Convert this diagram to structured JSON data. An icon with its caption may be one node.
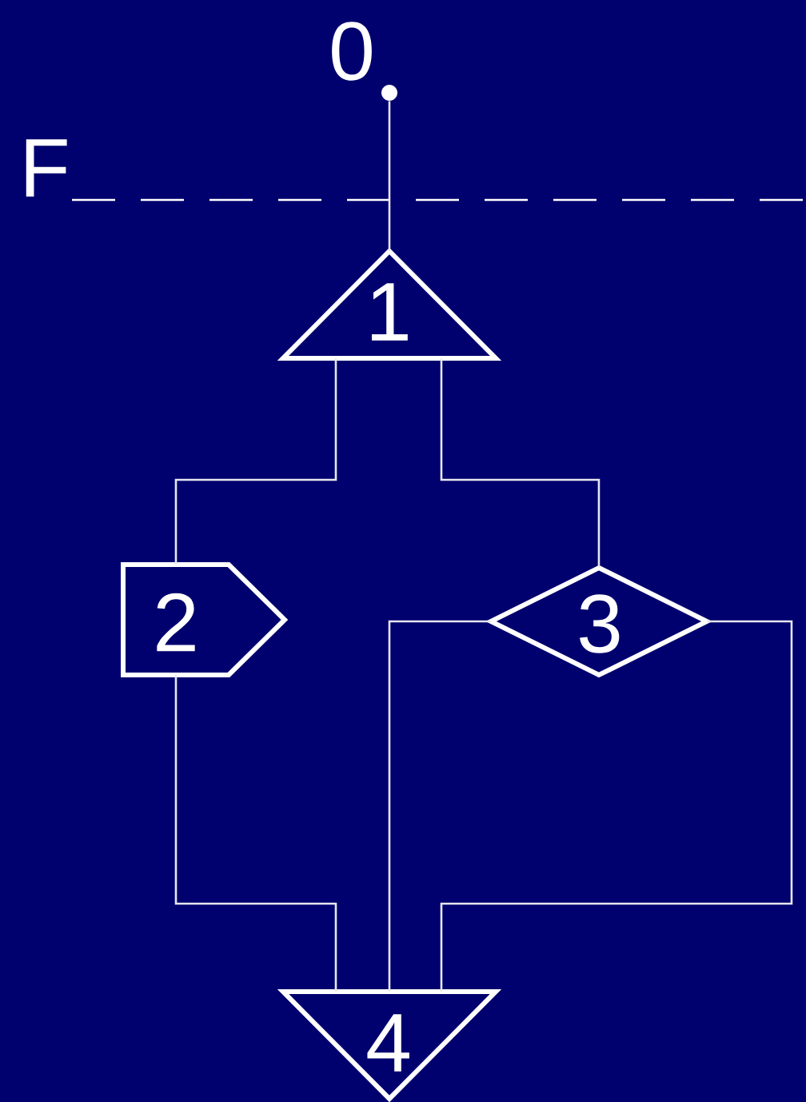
{
  "diagram": {
    "nodes": [
      {
        "text": [],
        "shape": "circle",
        "beside": [
          "0"
        ]
      },
      {
        "text": [
          "1"
        ]
      },
      {
        "text": [
          "2"
        ]
      },
      {
        "text": [
          "3"
        ]
      },
      {
        "text": [
          "4"
        ]
      }
    ],
    "edges": [
      {
        "from": 0,
        "to": 1,
        "arrow": "none"
      },
      {
        "from": 1,
        "to": 2,
        "arrow": "none"
      },
      {
        "from": 1,
        "to": 3,
        "arrow": "none"
      },
      {
        "from": 2,
        "to": 4,
        "arrow": "none"
      },
      {
        "from": 3,
        "to": 4,
        "arrow": "none"
      },
      {
        "from": 3,
        "to": 4,
        "arrow": "none"
      }
    ],
    "labels": [
      "F"
    ]
  }
}
